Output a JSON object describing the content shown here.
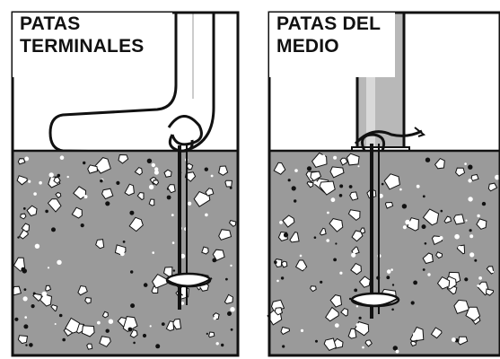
{
  "panels": [
    {
      "title_lines": [
        "PATAS",
        "TERMINALES"
      ],
      "post": "bent-pipe",
      "anchor": "auger-anchor-icon"
    },
    {
      "title_lines": [
        "PATAS DEL",
        "MEDIO"
      ],
      "post": "straight-post",
      "anchor": "auger-anchor-icon"
    }
  ],
  "colors": {
    "ground": "#9a9a9a",
    "border": "#111111",
    "post_fill": "#ffffff",
    "pole_fill": "#b8b8b8",
    "background": "#ffffff"
  }
}
